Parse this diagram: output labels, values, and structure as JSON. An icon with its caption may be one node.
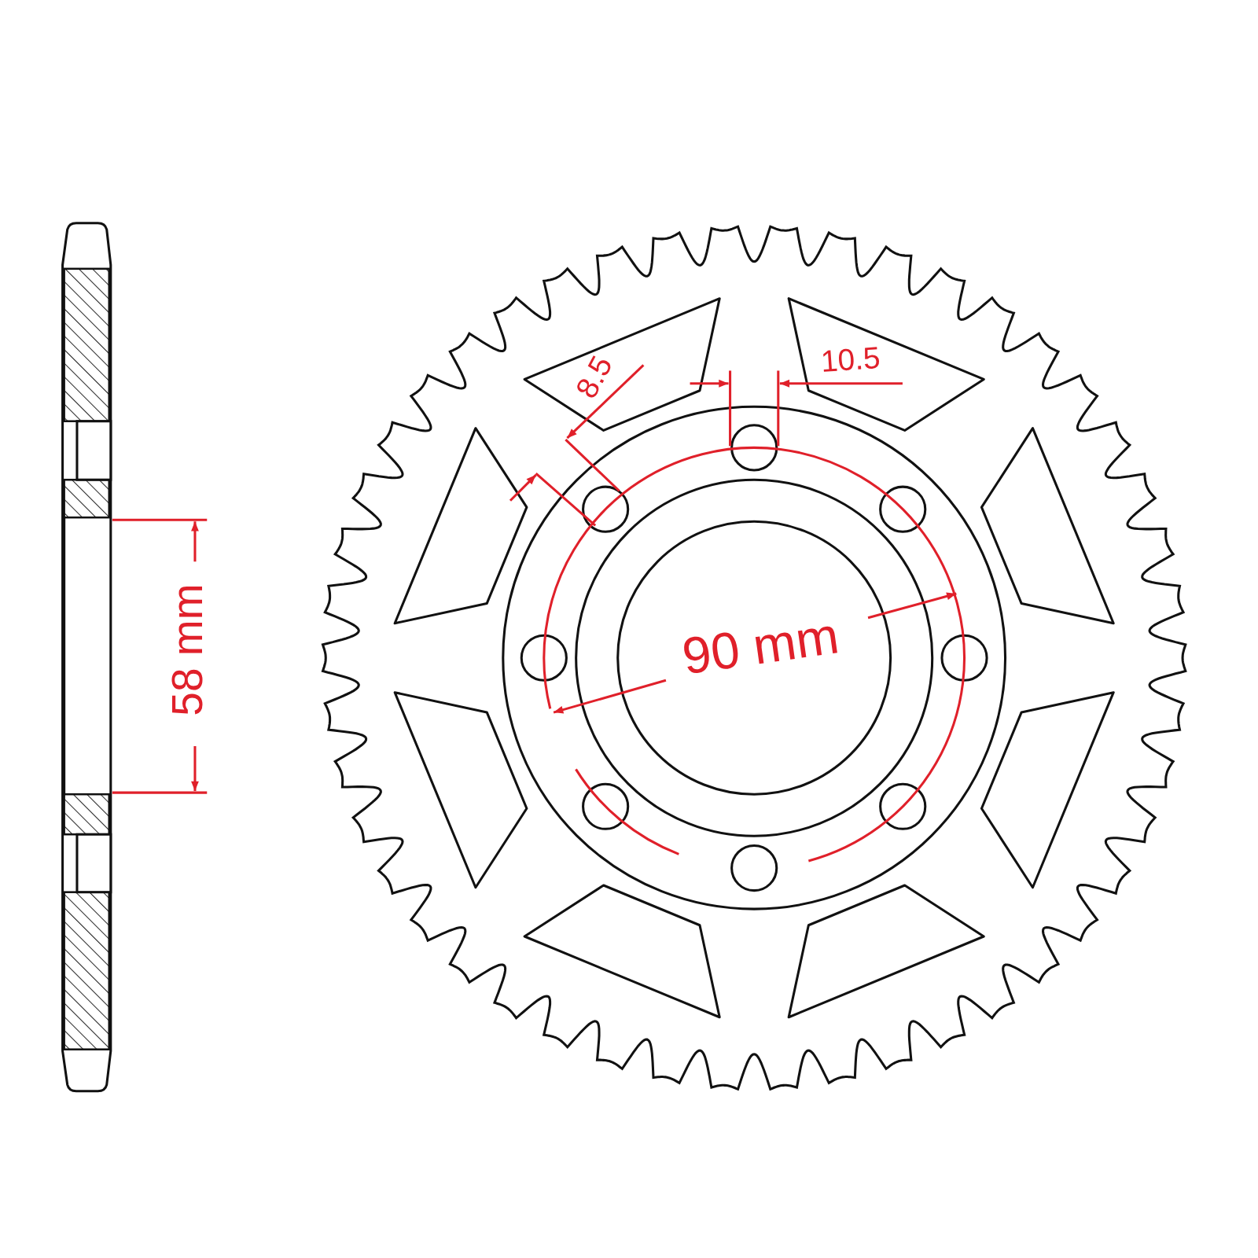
{
  "diagram": {
    "labels": [
      "8.5",
      "10.5",
      "58 mm",
      "90 mm"
    ]
  }
}
